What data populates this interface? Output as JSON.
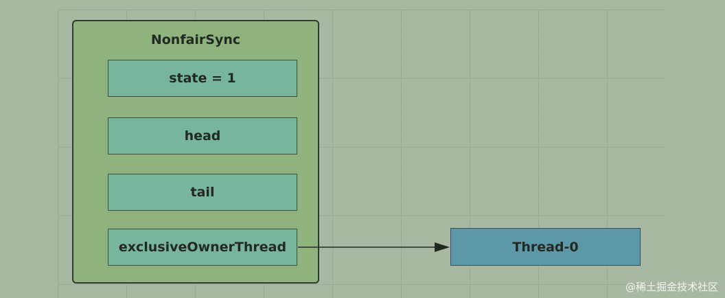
{
  "diagram": {
    "container": {
      "title": "NonfairSync",
      "fields": [
        {
          "label": "state = 1"
        },
        {
          "label": "head"
        },
        {
          "label": "tail"
        },
        {
          "label": "exclusiveOwnerThread"
        }
      ]
    },
    "target": {
      "label": "Thread-0"
    },
    "colors": {
      "background": "#a9b8a2",
      "container_fill": "#8fb37c",
      "field_fill": "#77b69a",
      "thread_fill": "#5c98a7",
      "arrow": "#222922"
    }
  },
  "watermark": {
    "text": "@稀土掘金技术社区"
  }
}
